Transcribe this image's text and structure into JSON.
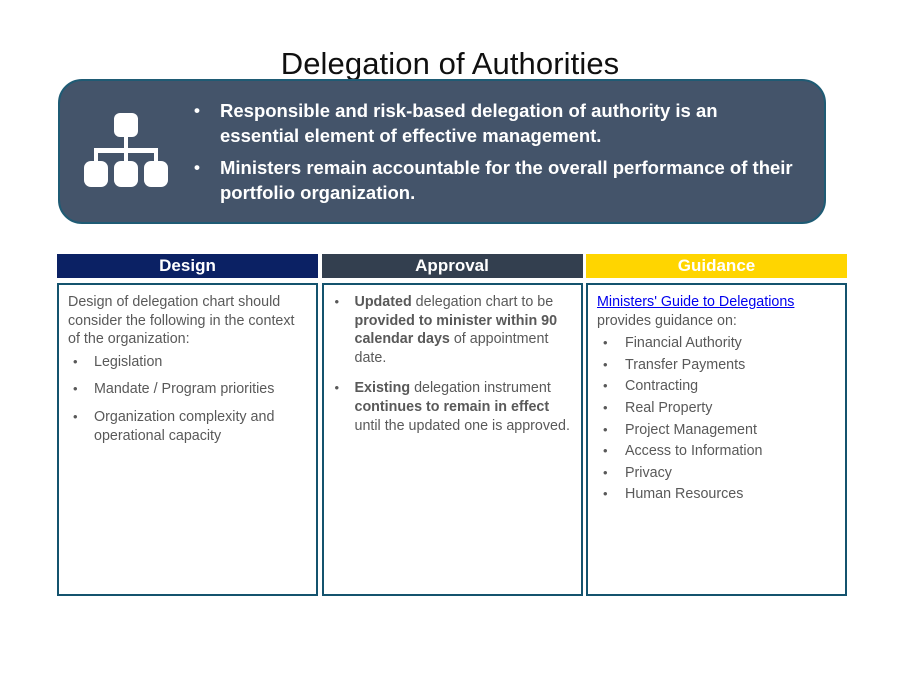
{
  "slide": {
    "title": "Delegation of Authorities"
  },
  "banner": {
    "icon_name": "org-chart-icon",
    "bullet_glyph": "•",
    "bullets": [
      "Responsible and risk-based delegation of authority is an essential element of effective management.",
      "Ministers remain accountable for the overall performance of their portfolio organization."
    ],
    "background_color": "#44546a",
    "border_color": "#1f5b74",
    "text_color": "#ffffff"
  },
  "columns": [
    {
      "key": "design",
      "header": "Design",
      "header_bg": "#0b2164",
      "header_text_color": "#ffffff",
      "border_color": "#14536e",
      "intro": "Design of delegation chart should consider the following in the context of the organization:",
      "bullet_glyph": "•",
      "bullets": [
        "Legislation",
        "Mandate / Program priorities",
        "Organization complexity and operational capacity"
      ]
    },
    {
      "key": "approval",
      "header": "Approval",
      "header_bg": "#333f4f",
      "header_text_color": "#ffffff",
      "border_color": "#14536e",
      "bullet_glyph": "•",
      "bullets": [
        {
          "parts": [
            {
              "text": "Updated",
              "bold": true
            },
            {
              "text": " delegation chart to be ",
              "bold": false
            },
            {
              "text": "provided to minister within 90 calendar days",
              "bold": true
            },
            {
              "text": " of appointment date.",
              "bold": false
            }
          ]
        },
        {
          "parts": [
            {
              "text": "Existing",
              "bold": true
            },
            {
              "text": " delegation instrument ",
              "bold": false
            },
            {
              "text": "continues to remain in effect",
              "bold": true
            },
            {
              "text": " until the updated one is approved.",
              "bold": false
            }
          ]
        }
      ]
    },
    {
      "key": "guidance",
      "header": "Guidance",
      "header_bg": "#ffd500",
      "header_text_color": "#ffffff",
      "border_color": "#14536e",
      "link_text": "Ministers' Guide to Delegations",
      "link_color": "#0000ee",
      "intro_after_link": "provides guidance on:",
      "bullet_glyph": "•",
      "bullets": [
        "Financial Authority",
        "Transfer Payments",
        "Contracting",
        "Real Property",
        "Project Management",
        "Access to Information",
        "Privacy",
        "Human Resources"
      ]
    }
  ]
}
